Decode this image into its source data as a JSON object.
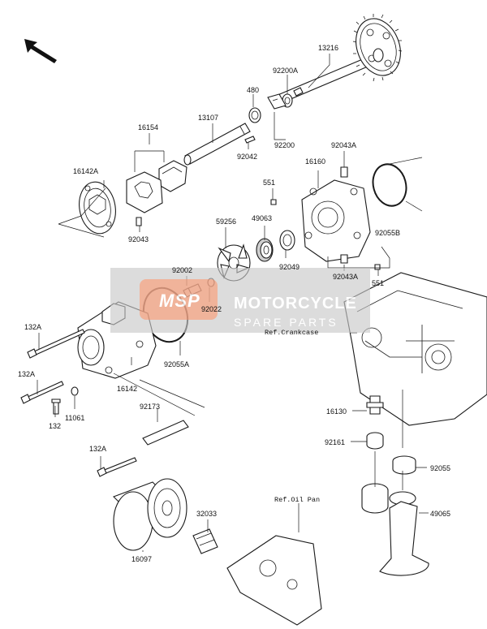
{
  "diagram": {
    "labels": {
      "l13216": "13216",
      "l92200A": "92200A",
      "l480": "480",
      "l92200": "92200",
      "l13107": "13107",
      "l16154": "16154",
      "l92042": "92042",
      "l16142A": "16142A",
      "l92043": "92043",
      "l551a": "551",
      "l16160": "16160",
      "l92043A_top": "92043A",
      "l92055B": "92055B",
      "l59256": "59256",
      "l49063": "49063",
      "l92049": "92049",
      "l92043A_mid": "92043A",
      "l551b": "551",
      "l92002": "92002",
      "l92022": "92022",
      "l132A_1": "132A",
      "l132A_2": "132A",
      "l132": "132",
      "l11061": "11061",
      "l16142": "16142",
      "l92173": "92173",
      "l92055A": "92055A",
      "l132A_3": "132A",
      "l16130": "16130",
      "l92161": "92161",
      "l92055": "92055",
      "l49065": "49065",
      "l16097": "16097",
      "l32033": "32033"
    },
    "refs": {
      "crankcase": "Ref.Crankcase",
      "oilpan": "Ref.Oil Pan"
    }
  },
  "watermark": {
    "logo": "MSP",
    "title": "MOTORCYCLE",
    "subtitle": "SPARE PARTS"
  },
  "colors": {
    "line": "#1a1a1a",
    "watermark_band": "#c8c8c8",
    "watermark_logo": "#f0a080"
  }
}
